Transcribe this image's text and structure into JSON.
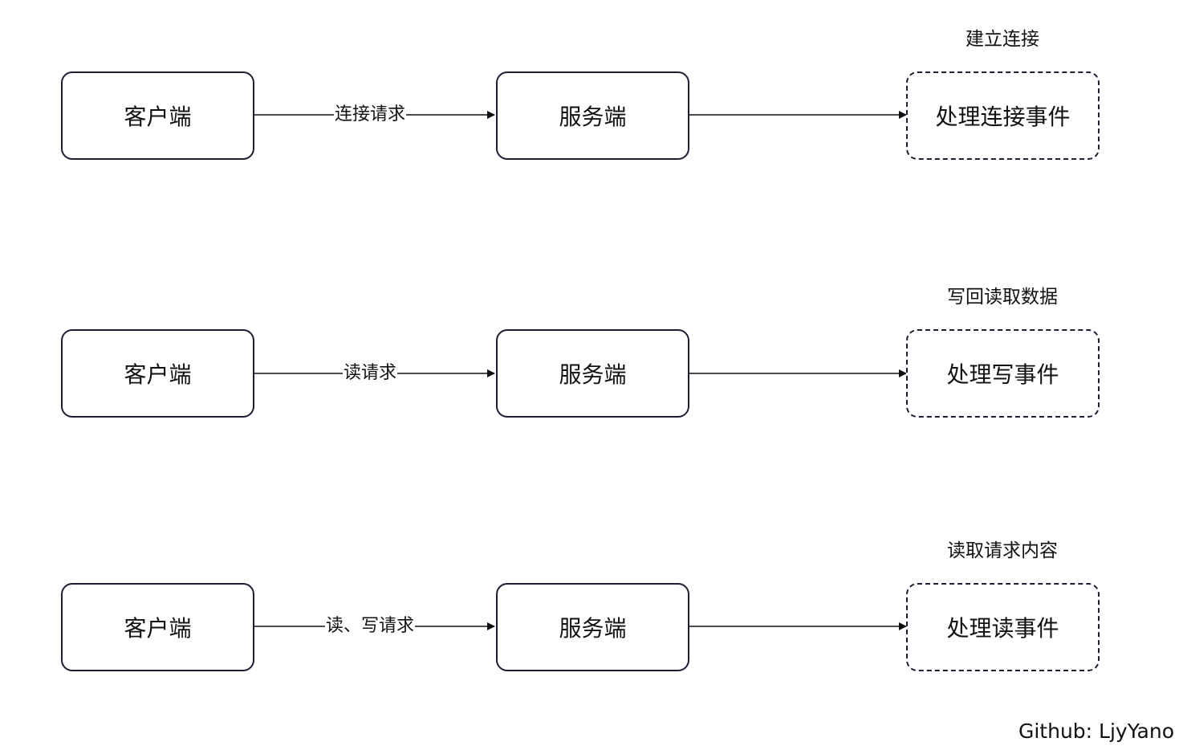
{
  "rows": [
    {
      "client": "客户端",
      "request": "连接请求",
      "server": "服务端",
      "event": "处理连接事件",
      "event_caption": "建立连接"
    },
    {
      "client": "客户端",
      "request": "读请求",
      "server": "服务端",
      "event": "处理写事件",
      "event_caption": "写回读取数据"
    },
    {
      "client": "客户端",
      "request": "读、写请求",
      "server": "服务端",
      "event": "处理读事件",
      "event_caption": "读取请求内容"
    }
  ],
  "credit": "Github: LjyYano",
  "colors": {
    "stroke": "#1c1f33",
    "text": "#111111",
    "background": "#ffffff"
  }
}
